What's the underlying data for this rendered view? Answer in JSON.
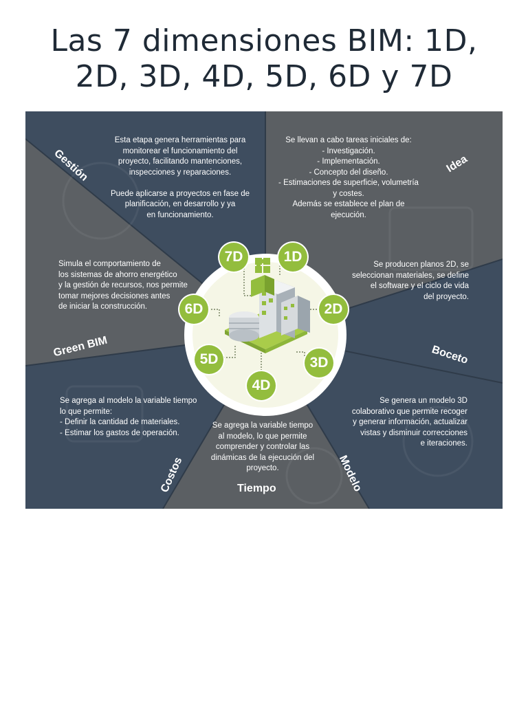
{
  "page": {
    "title": "Las 7 dimensiones BIM: 1D,\n2D, 3D, 4D, 5D, 6D y 7D"
  },
  "colors": {
    "dark_slate": "#3e4d5f",
    "gray_sector": "#5b5f63",
    "accent_green": "#93bd3d",
    "center_bg": "#f5f6e6"
  },
  "sectors": {
    "gestion": {
      "label": "Gestión",
      "text": "Esta etapa genera herramientas para\nmonitorear el funcionamiento del\nproyecto, facilitando mantenciones,\ninspecciones y reparaciones.\n\nPuede aplicarse a proyectos en fase de\nplanificación, en desarrollo y ya\nen funcionamiento."
    },
    "idea": {
      "label": "Idea",
      "text": "Se llevan a cabo tareas iniciales de:\n- Investigación.\n- Implementación.\n- Concepto del diseño.\n- Estimaciones de superficie, volumetría\ny costes.\nAdemás se establece el plan de\nejecución."
    },
    "green_bim": {
      "label": "Green BIM",
      "text": "Simula el comportamiento de\nlos sistemas de ahorro energético\ny la gestión de recursos, nos permite\ntomar mejores decisiones antes\nde iniciar la construcción."
    },
    "boceto": {
      "label": "Boceto",
      "text": "Se producen planos 2D, se\nseleccionan materiales, se define\nel software y el ciclo de vida\ndel proyecto."
    },
    "costos": {
      "label": "Costos",
      "text": "Se agrega al modelo la variable tiempo\nlo que permite:\n- Definir la cantidad de materiales.\n- Estimar los gastos de operación."
    },
    "tiempo": {
      "label": "Tiempo",
      "text": "Se agrega la variable tiempo\nal modelo, lo que permite\ncomprender y controlar las\ndinámicas de la ejecución del\nproyecto."
    },
    "modelo": {
      "label": "Modelo",
      "text": "Se genera un modelo 3D\ncolaborativo que permite recoger\ny generar información, actualizar\nvistas y disminuir correcciones\ne iteraciones."
    }
  },
  "dimensions": {
    "d1": "1D",
    "d2": "2D",
    "d3": "3D",
    "d4": "4D",
    "d5": "5D",
    "d6": "6D",
    "d7": "7D"
  },
  "center": {
    "icon": "isometric-building-icon",
    "puzzle_icon": "puzzle-icon"
  }
}
